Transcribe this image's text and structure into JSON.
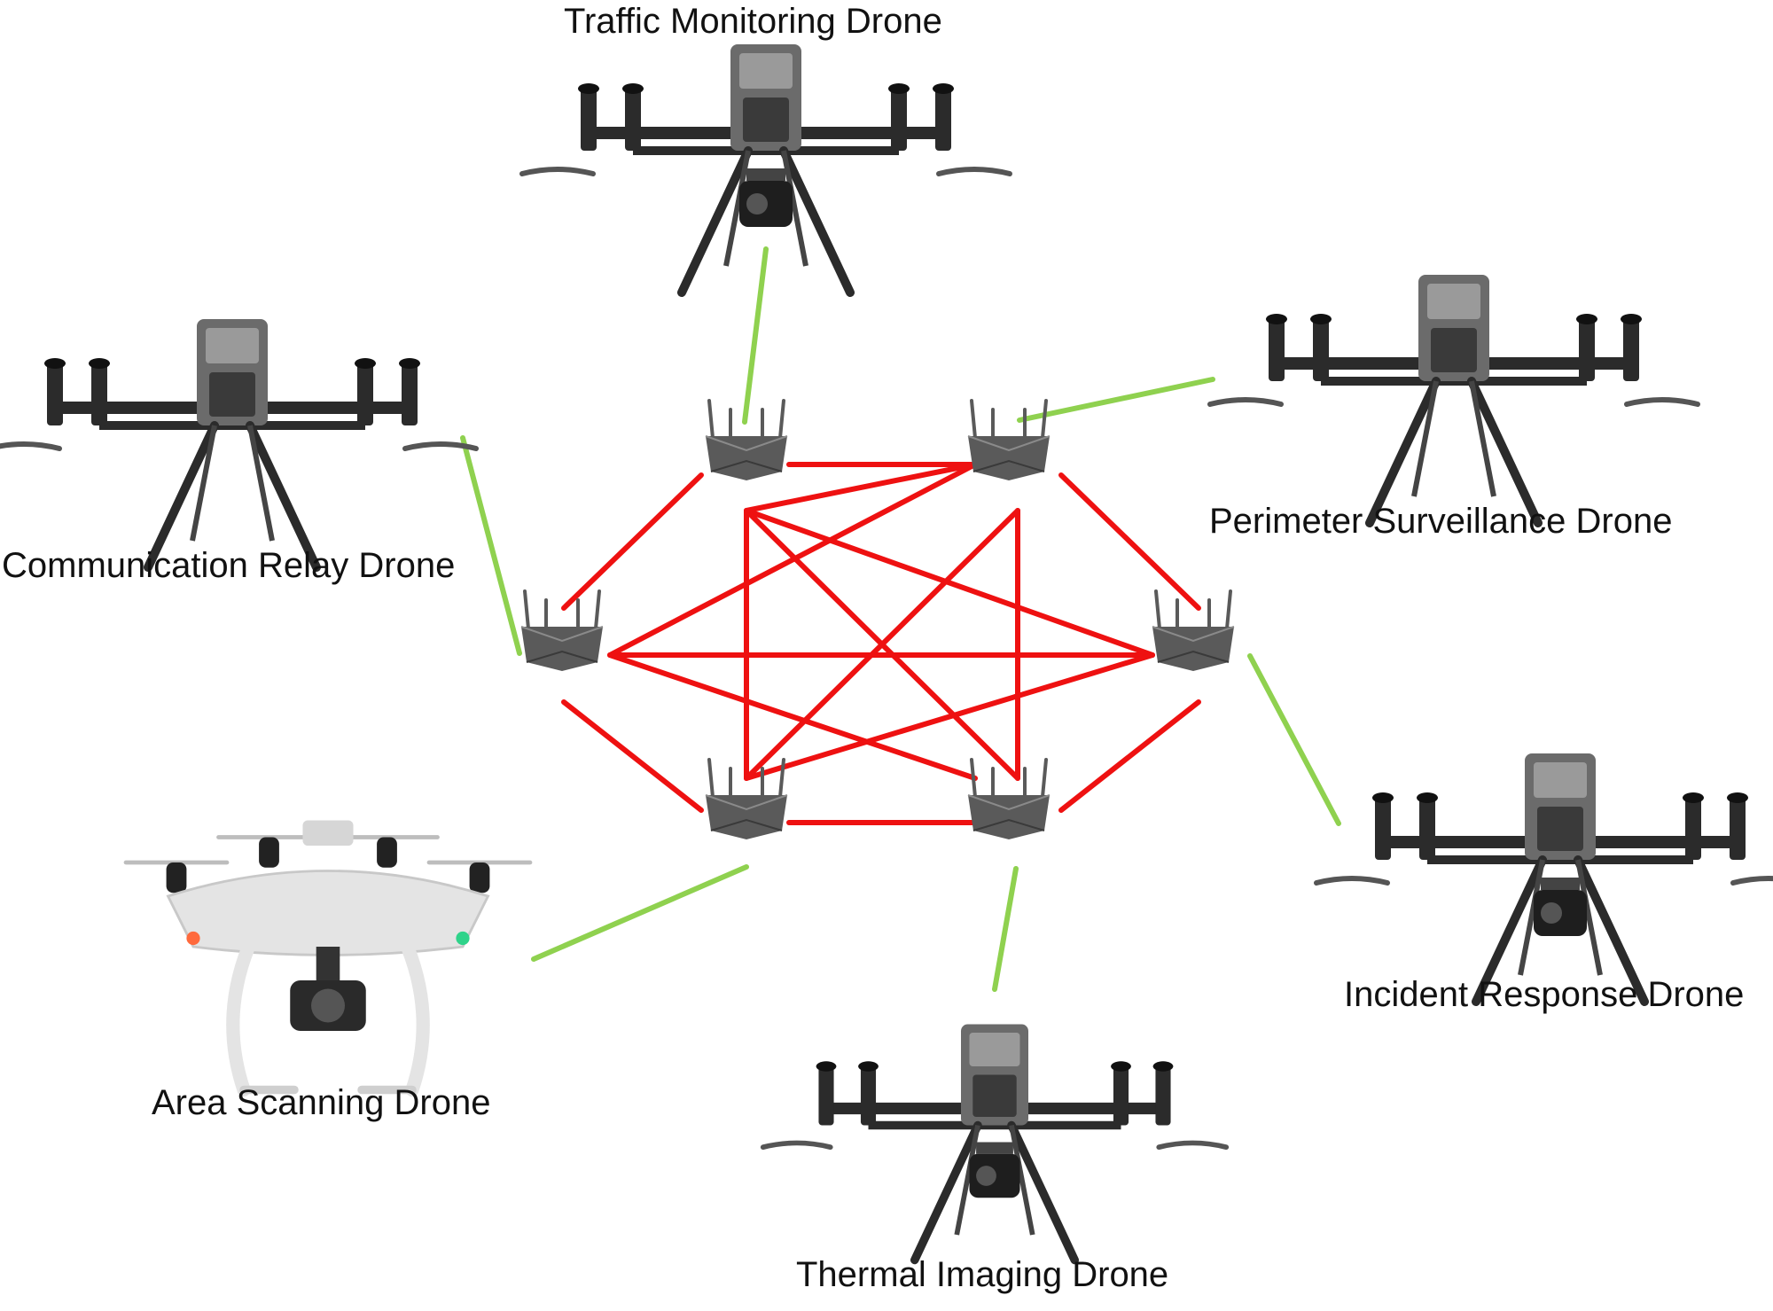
{
  "drones": [
    {
      "id": "traffic",
      "label": "Traffic Monitoring Drone",
      "style": "matrice-gimbal"
    },
    {
      "id": "perimeter",
      "label": "Perimeter Surveillance Drone",
      "style": "matrice"
    },
    {
      "id": "relay",
      "label": "Communication Relay Drone",
      "style": "matrice"
    },
    {
      "id": "incident",
      "label": "Incident Response Drone",
      "style": "matrice-gimbal"
    },
    {
      "id": "area",
      "label": "Area Scanning Drone",
      "style": "phantom"
    },
    {
      "id": "thermal",
      "label": "Thermal Imaging Drone",
      "style": "matrice-gimbal"
    }
  ],
  "routers": [
    "router-top-left",
    "router-top-right",
    "router-left",
    "router-right",
    "router-bottom-left",
    "router-bottom-right"
  ],
  "colors": {
    "mesh_link": "#ee1111",
    "drone_link": "#8fd14f",
    "drone_body": "#2b2b2b",
    "router_body": "#5a5a5a",
    "phantom_body": "#e4e4e4"
  },
  "icons": {
    "router": "wifi-router-icon",
    "drone": "drone-icon"
  }
}
